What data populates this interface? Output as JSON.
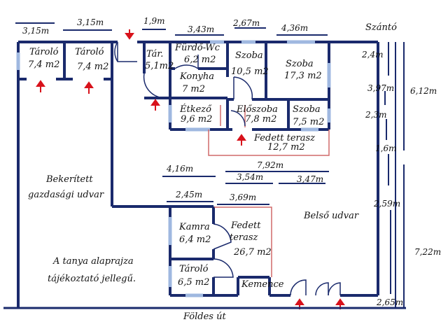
{
  "dimensions": {
    "top_left_1": "3,15m",
    "top_left_2": "3,15m",
    "top_1": "1,9m",
    "top_2": "3,43m",
    "top_3": "2,67m",
    "top_4": "4,36m",
    "right_1": "2,4m",
    "right_2": "3,97m",
    "right_3": "6,12m",
    "right_4": "2,3m",
    "right_5": "1,6m",
    "right_6": "2,59m",
    "right_7": "7,22m",
    "right_8": "2,65m",
    "mid_1": "4,16m",
    "mid_2": "7,92m",
    "mid_3": "3,54m",
    "mid_4": "3,47m",
    "mid_5": "2,45m",
    "mid_6": "3,69m"
  },
  "rooms": {
    "taroló1": {
      "name": "Tároló",
      "area": "7,4 m2"
    },
    "taroló2": {
      "name": "Tároló",
      "area": "7,4 m2"
    },
    "tar": {
      "name": "Tár.",
      "area": "5,1m2"
    },
    "furdo": {
      "name": "Fürdő-Wc",
      "area": "6,2 m2"
    },
    "szoba1": {
      "name": "Szoba",
      "area": "10,5 m2"
    },
    "szoba2": {
      "name": "Szoba",
      "area": "17,3 m2"
    },
    "konyha": {
      "name": "Konyha",
      "area": "7 m2"
    },
    "etkezo": {
      "name": "Étkező",
      "area": "9,6 m2"
    },
    "eloszoba": {
      "name": "Előszoba",
      "area": "7,8 m2"
    },
    "szoba3": {
      "name": "Szoba",
      "area": "7,5 m2"
    },
    "fedett1": {
      "name": "Fedett terasz",
      "area": "12,7 m2"
    },
    "kamra": {
      "name": "Kamra",
      "area": "6,4 m2"
    },
    "fedett2_a": "Fedett",
    "fedett2_b": "terasz",
    "fedett2_area": "26,7 m2",
    "taroló3": {
      "name": "Tároló",
      "area": "6,5 m2"
    },
    "kemence": "Kemence"
  },
  "areas": {
    "szanto": "Szántó",
    "bekeritett_1": "Bekerített",
    "bekeritett_2": "gazdasági udvar",
    "belso_udvar": "Belső udvar",
    "foldes_ut": "Földes út",
    "note_1": "A tanya alaprajza",
    "note_2": "tájékoztató jellegű."
  },
  "colors": {
    "wall": "#1a2a6c",
    "dim_line": "#1a2a6c",
    "window": "#9fb8e0",
    "arrow": "#d8121b",
    "terrace_outline": "#d06a6a",
    "background": "#ffffff"
  }
}
